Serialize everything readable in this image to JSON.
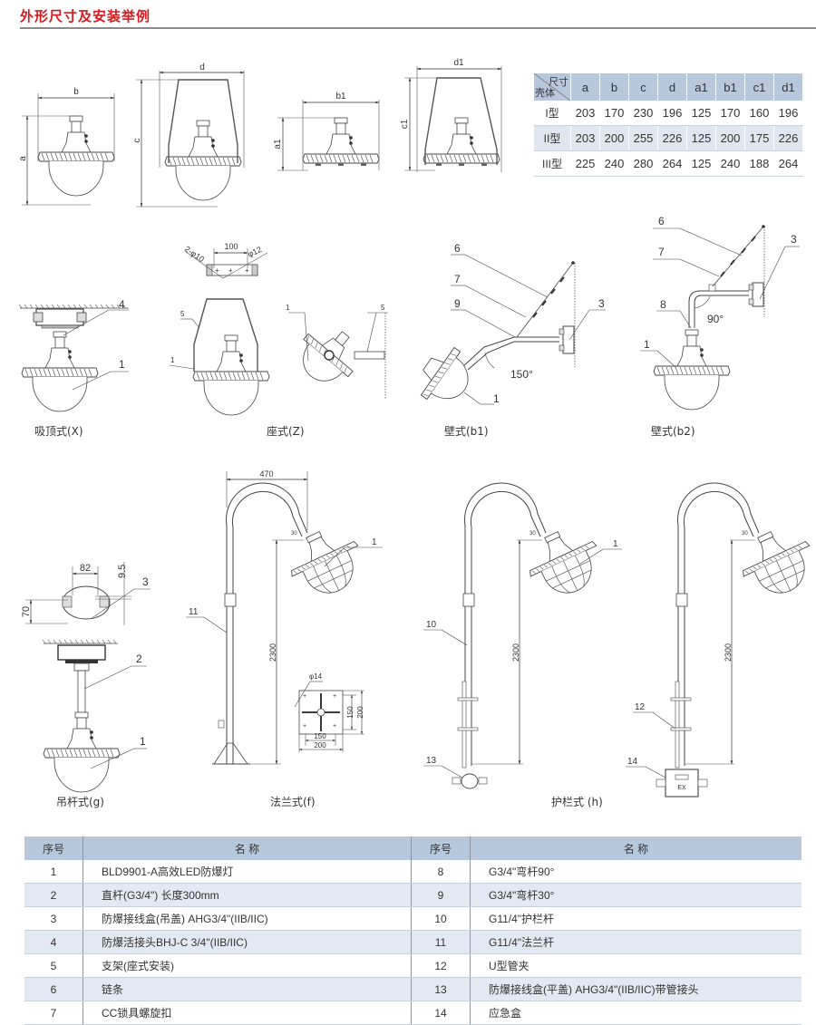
{
  "page": {
    "title": "外形尺寸及安装举例",
    "accent_color": "#d7191f"
  },
  "dimension_figures": {
    "labels": [
      "a",
      "b",
      "c",
      "d",
      "a1",
      "b1",
      "c1",
      "d1"
    ]
  },
  "dimension_table": {
    "corner_top": "尺寸",
    "corner_bottom": "壳体",
    "columns": [
      "a",
      "b",
      "c",
      "d",
      "a1",
      "b1",
      "c1",
      "d1"
    ],
    "rows": [
      {
        "type": "I型",
        "values": [
          "203",
          "170",
          "230",
          "196",
          "125",
          "170",
          "160",
          "196"
        ]
      },
      {
        "type": "II型",
        "values": [
          "203",
          "200",
          "255",
          "226",
          "125",
          "200",
          "175",
          "226"
        ]
      },
      {
        "type": "III型",
        "values": [
          "225",
          "240",
          "280",
          "264",
          "125",
          "240",
          "188",
          "264"
        ]
      }
    ],
    "header_color": "#b8c8dc",
    "alt_row_color": "#dfe6f0"
  },
  "installations": {
    "ceiling": {
      "caption": "吸顶式(X)",
      "callouts": [
        "4",
        "1"
      ]
    },
    "seat": {
      "caption": "座式(Z)",
      "callouts": [
        "5",
        "1",
        "1",
        "5"
      ],
      "bracket_dims": {
        "spacing": "100",
        "hole_left": "2-φ10",
        "hole_right": "φ12"
      }
    },
    "wall_b1": {
      "caption": "壁式(b1)",
      "callouts": [
        "6",
        "7",
        "9",
        "3",
        "1"
      ],
      "angle": "150°"
    },
    "wall_b2": {
      "caption": "壁式(b2)",
      "callouts": [
        "6",
        "7",
        "3",
        "8",
        "1"
      ],
      "angle": "90°"
    },
    "pendant": {
      "caption": "吊杆式(g)",
      "callouts": [
        "3",
        "2",
        "1"
      ],
      "dims": {
        "width": "82",
        "gap": "9.5",
        "height": "70"
      }
    },
    "flange": {
      "caption": "法兰式(f)",
      "callouts": [
        "1",
        "11"
      ],
      "dims": {
        "reach": "470",
        "height": "2300",
        "hole": "φ14",
        "inner": "150",
        "outer": "200",
        "angle_mark": "30"
      }
    },
    "guardrail": {
      "caption": "护栏式 (h)",
      "callouts": [
        "1",
        "10",
        "13",
        "12",
        "14"
      ],
      "dims": {
        "height": "2300",
        "angle_mark": "30"
      },
      "box_mark": "EX"
    }
  },
  "parts_table": {
    "headers": {
      "no": "序号",
      "name": "名 称"
    },
    "left": [
      {
        "no": "1",
        "name": "BLD9901-A高效LED防爆灯"
      },
      {
        "no": "2",
        "name": "直杆(G3/4\") 长度300mm"
      },
      {
        "no": "3",
        "name": "防爆接线盒(吊盖) AHG3/4\"(IIB/IIC)"
      },
      {
        "no": "4",
        "name": "防爆活接头BHJ-C  3/4\"(IIB/IIC)"
      },
      {
        "no": "5",
        "name": "支架(座式安装)"
      },
      {
        "no": "6",
        "name": "链条"
      },
      {
        "no": "7",
        "name": "CC锁具螺旋扣"
      }
    ],
    "right": [
      {
        "no": "8",
        "name": "G3/4\"弯杆90°"
      },
      {
        "no": "9",
        "name": "G3/4\"弯杆30°"
      },
      {
        "no": "10",
        "name": "G11/4\"护栏杆"
      },
      {
        "no": "11",
        "name": "G11/4\"法兰杆"
      },
      {
        "no": "12",
        "name": "U型管夹"
      },
      {
        "no": "13",
        "name": "防爆接线盒(平盖) AHG3/4\"(IIB/IIC)带管接头"
      },
      {
        "no": "14",
        "name": "应急盒"
      }
    ]
  }
}
